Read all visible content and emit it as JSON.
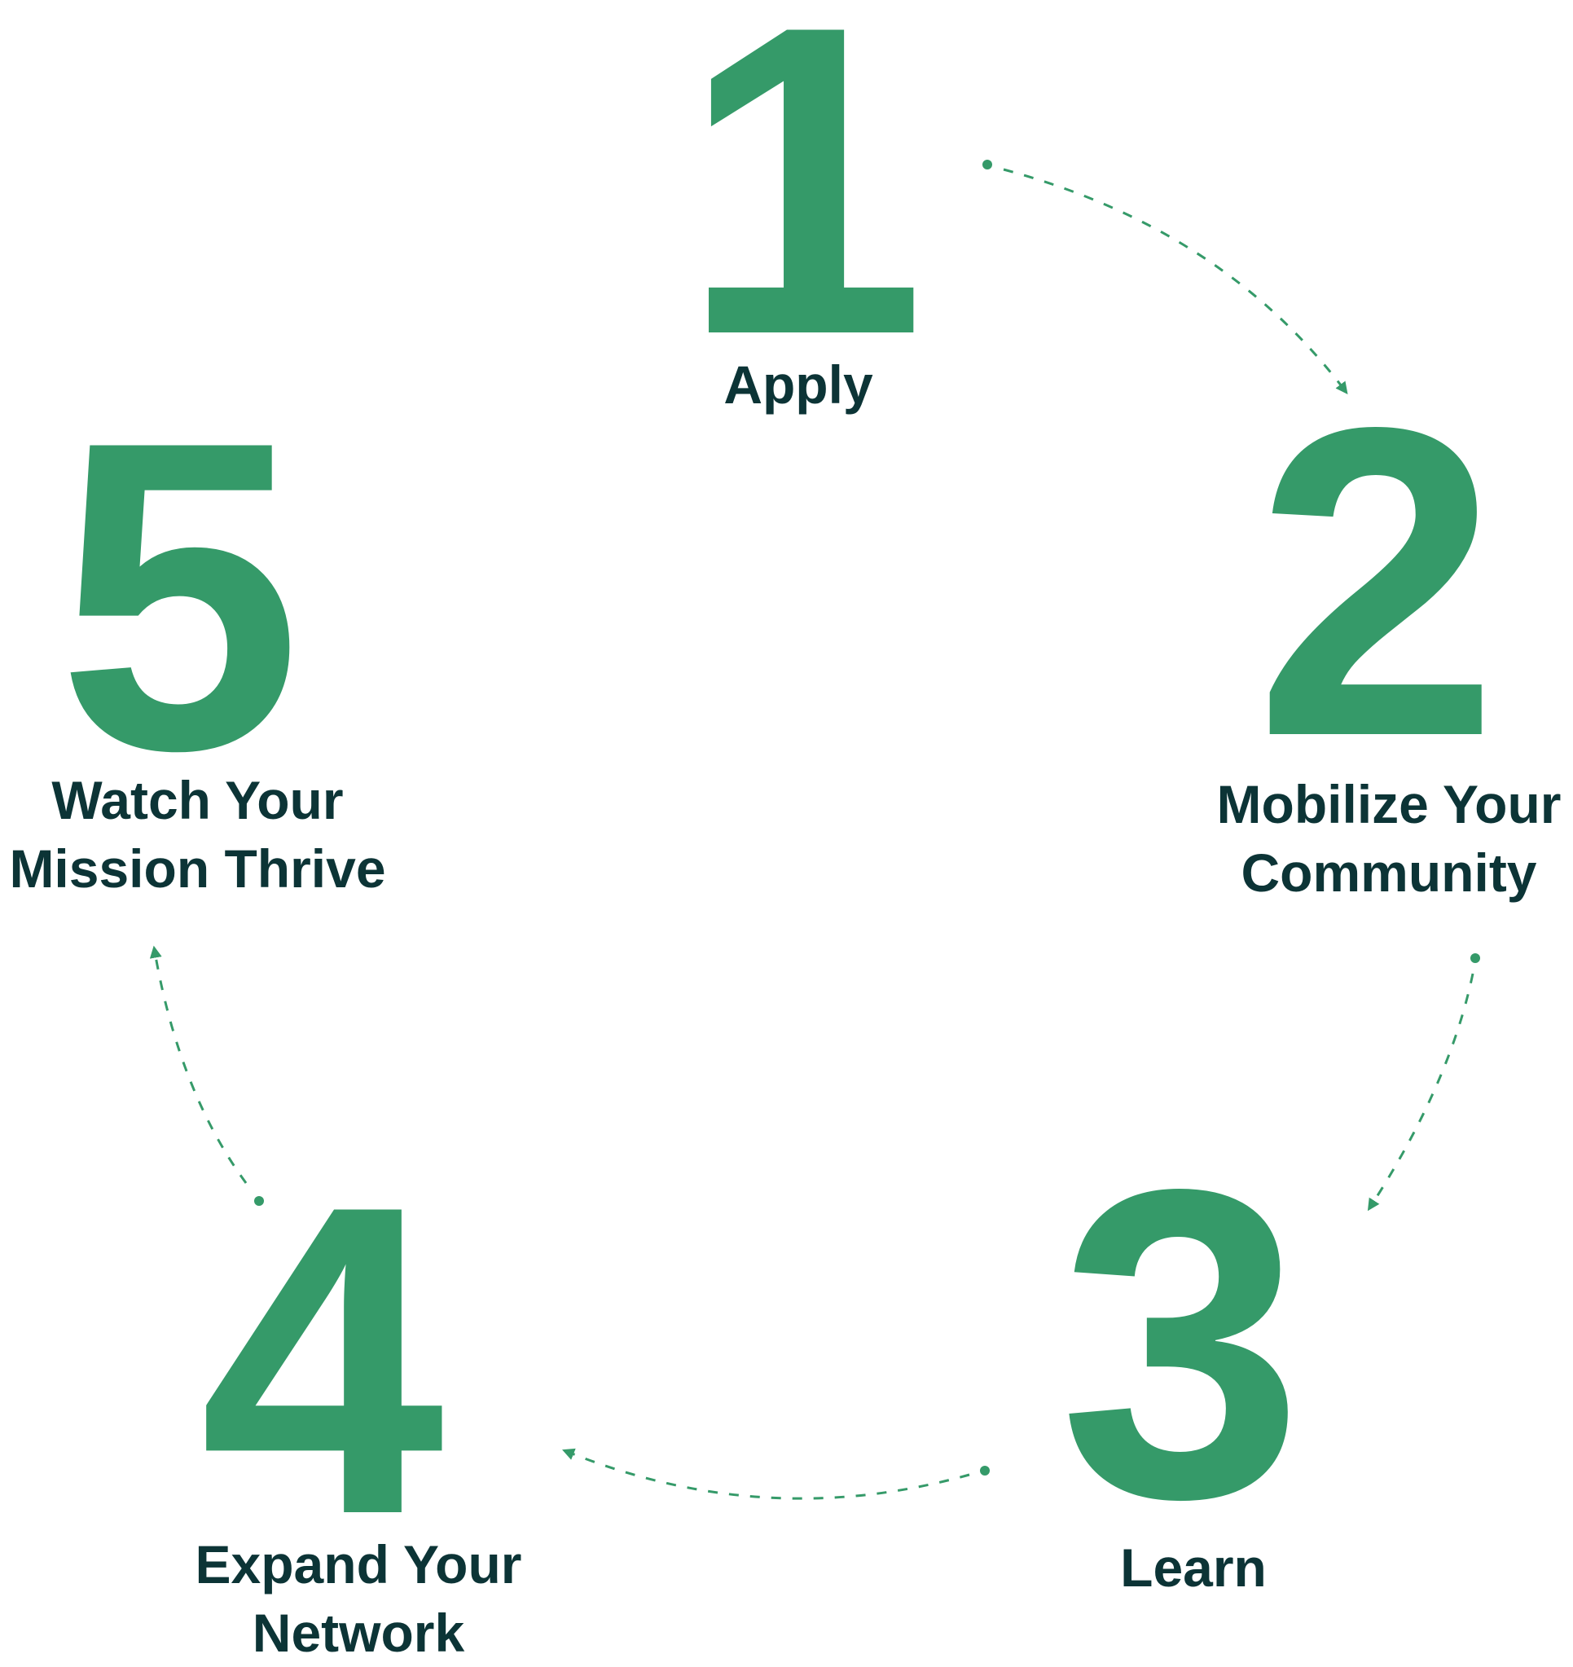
{
  "colors": {
    "number": "#359a69",
    "label": "#0c3436",
    "connector": "#359a69"
  },
  "steps": [
    {
      "number": "1",
      "label_lines": [
        "Apply"
      ]
    },
    {
      "number": "2",
      "label_lines": [
        "Mobilize Your",
        "Community"
      ]
    },
    {
      "number": "3",
      "label_lines": [
        "Learn"
      ]
    },
    {
      "number": "4",
      "label_lines": [
        "Expand Your",
        "Network"
      ]
    },
    {
      "number": "5",
      "label_lines": [
        "Watch Your",
        "Mission Thrive"
      ]
    }
  ]
}
